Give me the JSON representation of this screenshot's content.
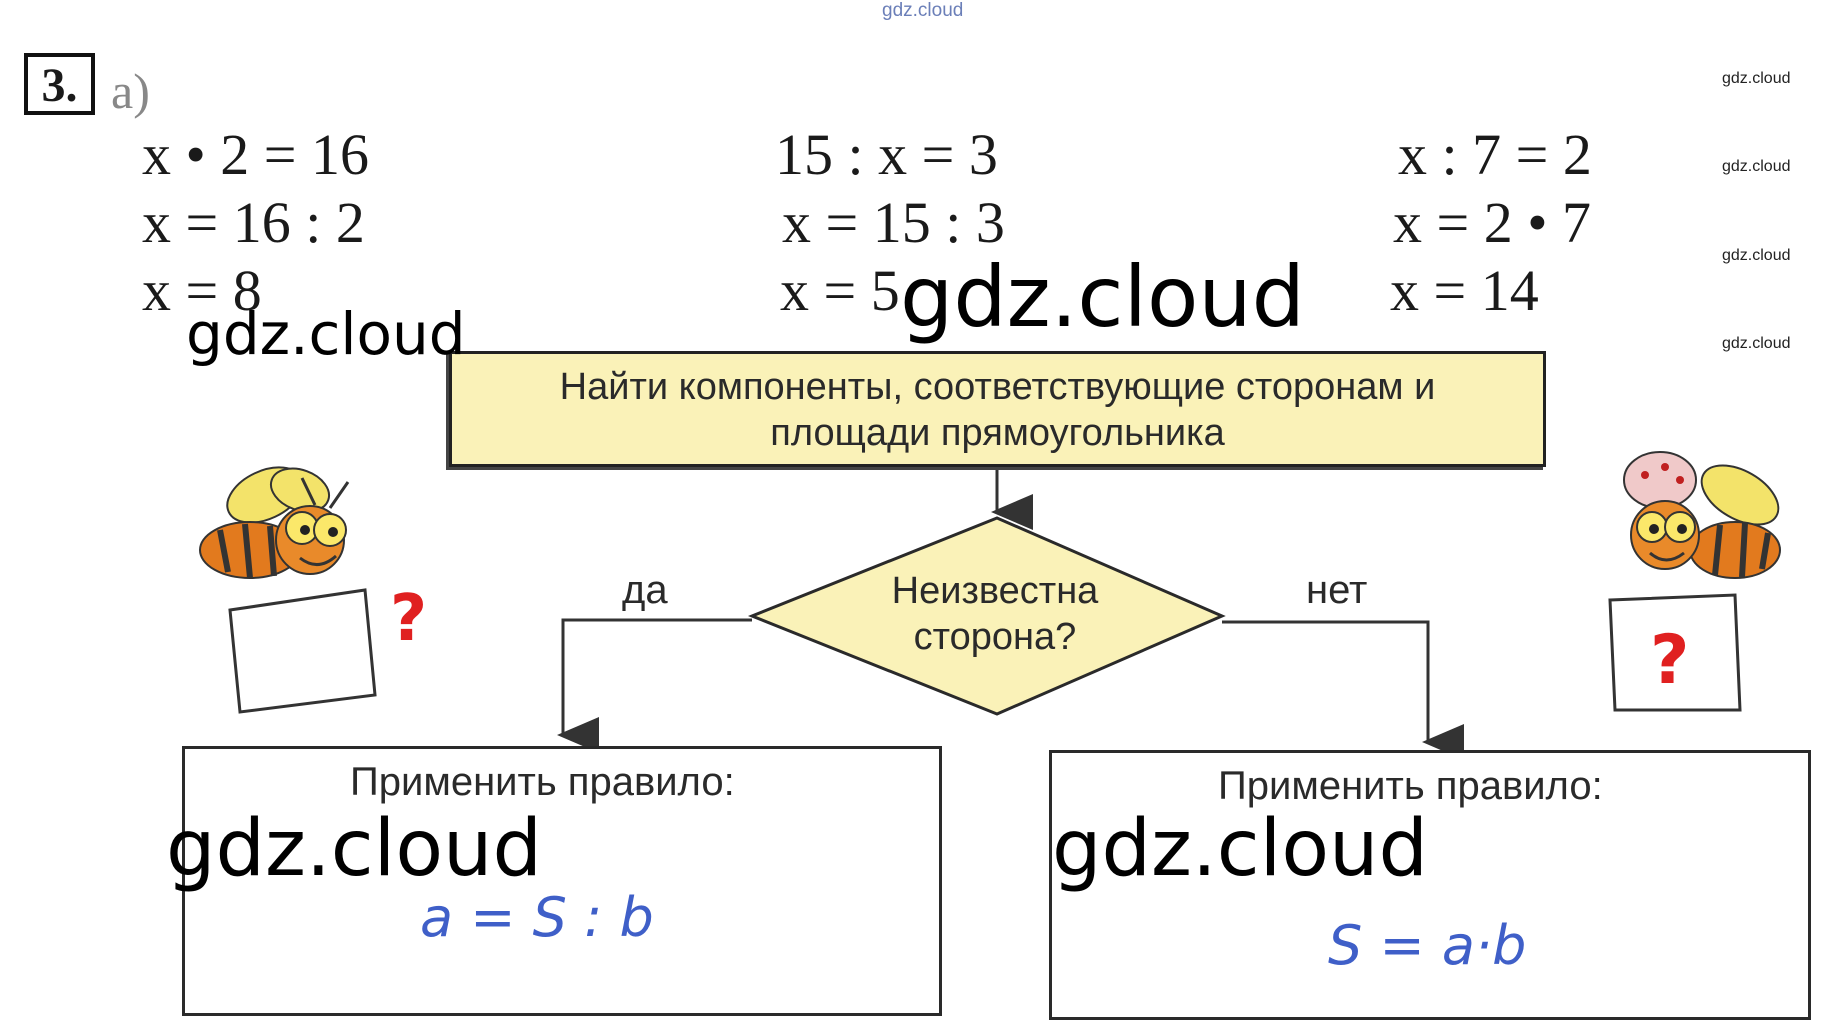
{
  "watermarks": {
    "top": "gdz.cloud",
    "side": [
      "gdz.cloud",
      "gdz.cloud",
      "gdz.cloud",
      "gdz.cloud"
    ],
    "big": [
      "gdz.cloud",
      "gdz.cloud",
      "gdz.cloud",
      "gdz.cloud"
    ]
  },
  "exercise": {
    "number": "3.",
    "part": "а)"
  },
  "equations": {
    "col1": [
      "x • 2 = 16",
      "x = 16 : 2",
      "x = 8"
    ],
    "col2": [
      "15 : x = 3",
      "x = 15 : 3",
      "x = 5"
    ],
    "col3": [
      "x : 7 = 2",
      "x = 2 • 7",
      "x = 14"
    ]
  },
  "flowchart": {
    "task": [
      "Найти компоненты, соответствующие сторонам и",
      "площади прямоугольника"
    ],
    "decision": [
      "Неизвестна",
      "сторона?"
    ],
    "yes_label": "да",
    "no_label": "нет",
    "left_box": {
      "title": "Применить правило:",
      "formula": "a = S : b"
    },
    "right_box": {
      "title": "Применить правило:",
      "formula": "S = a·b"
    }
  },
  "colors": {
    "task_fill": "#faf2b8",
    "formula": "#3f5fc8",
    "question_mark": "#e02020"
  },
  "icons": [
    "bee-left-icon",
    "bee-right-icon"
  ]
}
